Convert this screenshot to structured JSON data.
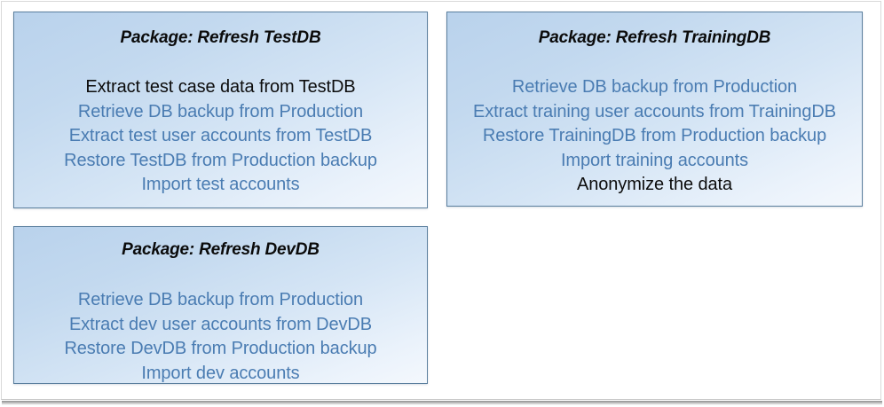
{
  "diagram": {
    "title_prefix": "Package:",
    "packages": [
      {
        "id": "testdb",
        "title": "Package: Refresh TestDB",
        "tasks": [
          {
            "text": "Extract test case data from TestDB",
            "highlight": true
          },
          {
            "text": "Retrieve DB backup from Production",
            "highlight": false
          },
          {
            "text": "Extract test user accounts from TestDB",
            "highlight": false
          },
          {
            "text": "Restore TestDB from Production backup",
            "highlight": false
          },
          {
            "text": "Import test accounts",
            "highlight": false
          }
        ]
      },
      {
        "id": "trainingdb",
        "title": "Package: Refresh TrainingDB",
        "tasks": [
          {
            "text": "Retrieve DB backup from Production",
            "highlight": false
          },
          {
            "text": "Extract training user accounts from TrainingDB",
            "highlight": false
          },
          {
            "text": "Restore TrainingDB from Production backup",
            "highlight": false
          },
          {
            "text": "Import training accounts",
            "highlight": false
          },
          {
            "text": "Anonymize the data",
            "highlight": true
          }
        ]
      },
      {
        "id": "devdb",
        "title": "Package: Refresh DevDB",
        "tasks": [
          {
            "text": "Retrieve DB backup from Production",
            "highlight": false
          },
          {
            "text": "Extract dev user accounts from DevDB",
            "highlight": false
          },
          {
            "text": "Restore DevDB from Production backup",
            "highlight": false
          },
          {
            "text": "Import dev accounts",
            "highlight": false
          }
        ]
      }
    ]
  },
  "colors": {
    "task_blue": "#4a7cb2",
    "task_black": "#0c0c0c",
    "box_border": "#5b7f9e",
    "box_fill_light": "#f4f8fd",
    "box_fill_deep": "#b9d2ec",
    "page_background": "#ffffff"
  }
}
